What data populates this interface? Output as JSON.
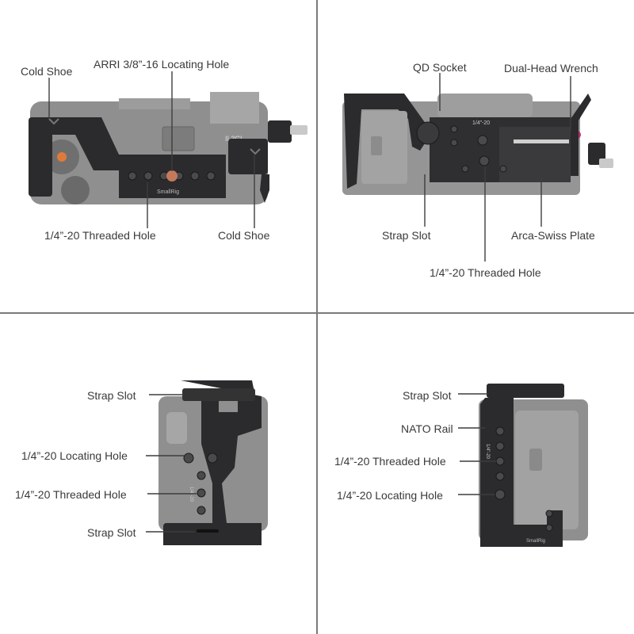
{
  "panels": {
    "top_left": {
      "labels": {
        "cold_shoe_left": "Cold Shoe",
        "arri_hole": "ARRI 3/8”-16 Locating Hole",
        "threaded_hole": "1/4”-20 Threaded Hole",
        "cold_shoe_right": "Cold Shoe"
      },
      "engravings": {
        "brand": "SmallRig",
        "model": "II 3CI"
      }
    },
    "top_right": {
      "labels": {
        "qd_socket": "QD Socket",
        "wrench": "Dual-Head Wrench",
        "strap_slot": "Strap Slot",
        "arca_plate": "Arca-Swiss Plate",
        "threaded_hole": "1/4”-20 Threaded Hole"
      },
      "engravings": {
        "thread": "1/4”-20"
      }
    },
    "bottom_left": {
      "labels": {
        "strap_slot_top": "Strap Slot",
        "locating_hole": "1/4”-20 Locating Hole",
        "threaded_hole": "1/4”-20 Threaded Hole",
        "strap_slot_bottom": "Strap Slot"
      },
      "engravings": {
        "thread": "1/4”-20"
      }
    },
    "bottom_right": {
      "labels": {
        "strap_slot": "Strap Slot",
        "nato_rail": "NATO Rail",
        "threaded_hole": "1/4”-20 Threaded Hole",
        "locating_hole": "1/4”-20 Locating Hole"
      },
      "engravings": {
        "thread": "1/4”-20",
        "brand": "SmallRig"
      }
    }
  },
  "colors": {
    "cage": "#2b2b2d",
    "camera_body": "#8f8f8f",
    "camera_light": "#a9a9a9",
    "hole": "#4a4a4c",
    "accent_orange": "#e07a3a",
    "accent_magenta": "#b0306a",
    "divider": "#7a7a7a"
  }
}
